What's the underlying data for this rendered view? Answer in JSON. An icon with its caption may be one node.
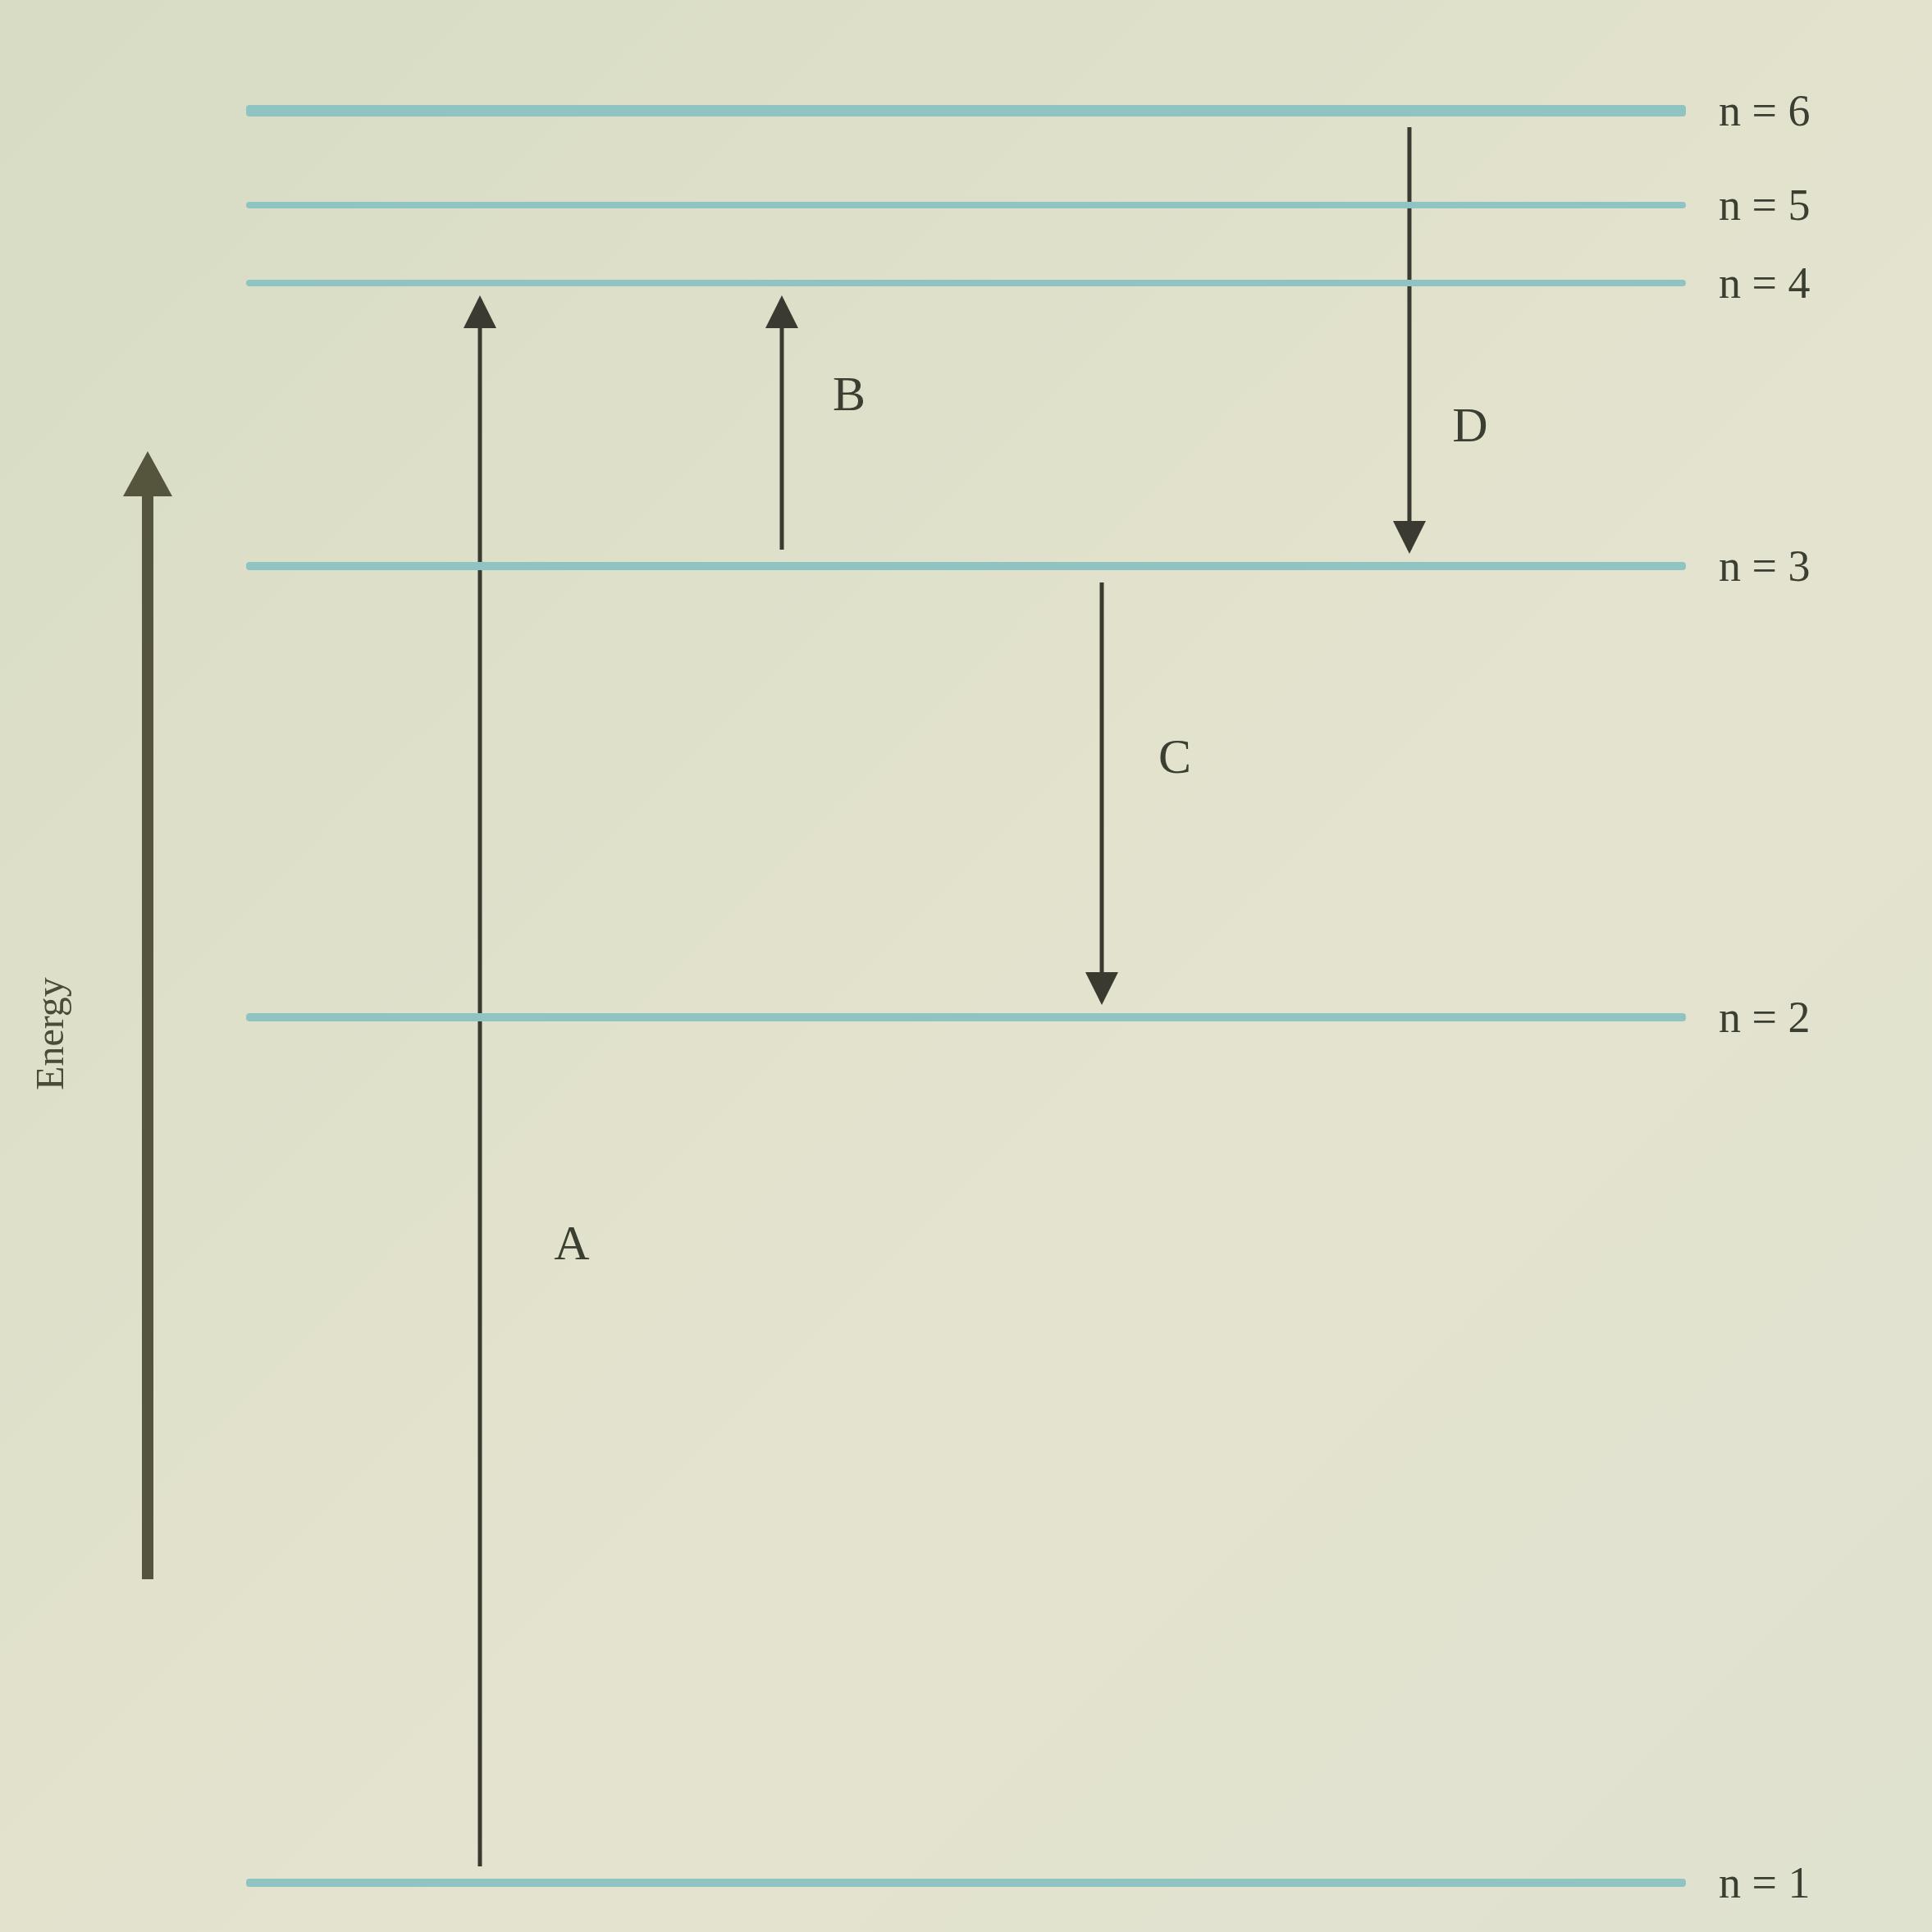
{
  "diagram": {
    "nodes": [
      {
        "text": [
          "n = 6"
        ]
      },
      {
        "text": [
          "n = 5"
        ]
      },
      {
        "text": [
          "n = 4"
        ]
      },
      {
        "text": [
          "n = 3"
        ]
      },
      {
        "text": [
          "n = 2"
        ]
      },
      {
        "text": [
          "n = 1"
        ]
      }
    ],
    "edges": [
      {
        "from": 5,
        "to": 2,
        "arrow": "to",
        "label": "A"
      },
      {
        "from": 3,
        "to": 2,
        "arrow": "to",
        "label": "B"
      },
      {
        "from": 3,
        "to": 4,
        "arrow": "to",
        "label": "C"
      },
      {
        "from": 0,
        "to": 3,
        "arrow": "to",
        "label": "D"
      }
    ],
    "labels": [
      "Energy"
    ]
  }
}
